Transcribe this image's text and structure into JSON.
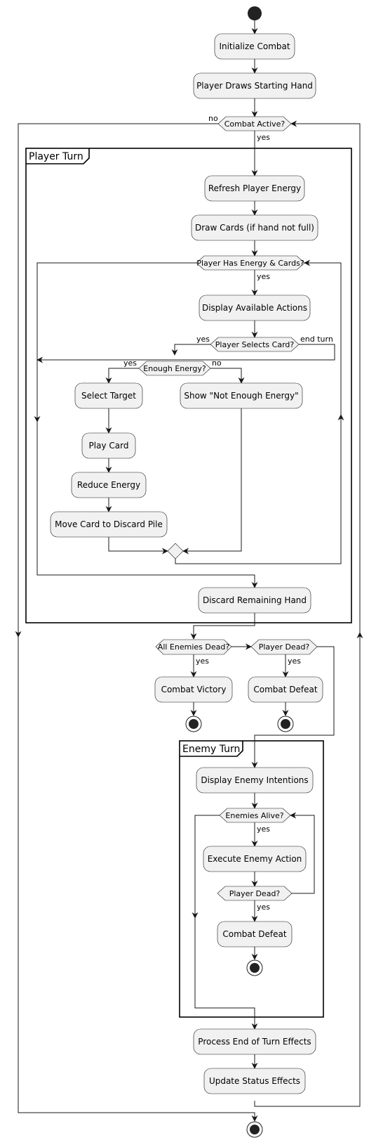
{
  "frames": {
    "player_turn": "Player Turn",
    "enemy_turn": "Enemy Turn"
  },
  "actions": {
    "initialize": "Initialize Combat",
    "draw_starting": "Player Draws Starting Hand",
    "refresh_energy": "Refresh Player Energy",
    "draw_cards": "Draw Cards (if hand not full)",
    "display_actions": "Display Available Actions",
    "select_target": "Select Target",
    "not_enough": "Show \"Not Enough Energy\"",
    "play_card": "Play Card",
    "reduce_energy": "Reduce Energy",
    "move_discard": "Move Card to Discard Pile",
    "discard_hand": "Discard Remaining Hand",
    "victory": "Combat Victory",
    "defeat": "Combat Defeat",
    "enemy_intentions": "Display Enemy Intentions",
    "enemy_action": "Execute Enemy Action",
    "defeat2": "Combat Defeat",
    "end_turn_effects": "Process End of Turn Effects",
    "update_status": "Update Status Effects"
  },
  "decisions": {
    "combat_active": "Combat Active?",
    "has_energy": "Player Has Energy & Cards?",
    "selects_card": "Player Selects Card?",
    "enough_energy": "Enough Energy?",
    "enemies_dead": "All Enemies Dead?",
    "player_dead": "Player Dead?",
    "enemies_alive": "Enemies Alive?",
    "player_dead2": "Player Dead?"
  },
  "labels": {
    "no": "no",
    "yes": "yes",
    "end_turn": "end turn"
  }
}
